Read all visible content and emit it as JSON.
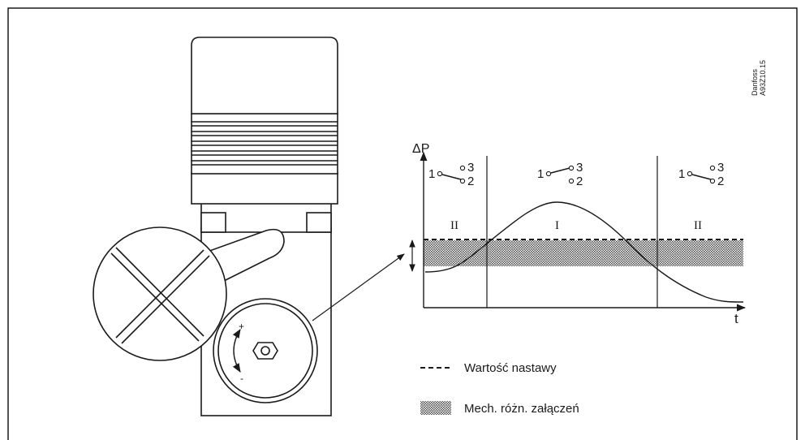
{
  "watermark": {
    "line1": "Danfoss",
    "line2": "A93Z10.15"
  },
  "chart": {
    "y_axis_label": "ΔP",
    "x_axis_label": "t",
    "zones": [
      {
        "label": "II",
        "switch_pos": "1-2",
        "n1": "1",
        "n2": "2",
        "n3": "3"
      },
      {
        "label": "I",
        "switch_pos": "1-3",
        "n1": "1",
        "n2": "2",
        "n3": "3"
      },
      {
        "label": "II",
        "switch_pos": "1-2",
        "n1": "1",
        "n2": "2",
        "n3": "3"
      }
    ]
  },
  "dial": {
    "plus": "+",
    "minus": "-"
  },
  "legend": {
    "setpoint": "Wartość nastawy",
    "differential": "Mech. różn. załączeń"
  }
}
